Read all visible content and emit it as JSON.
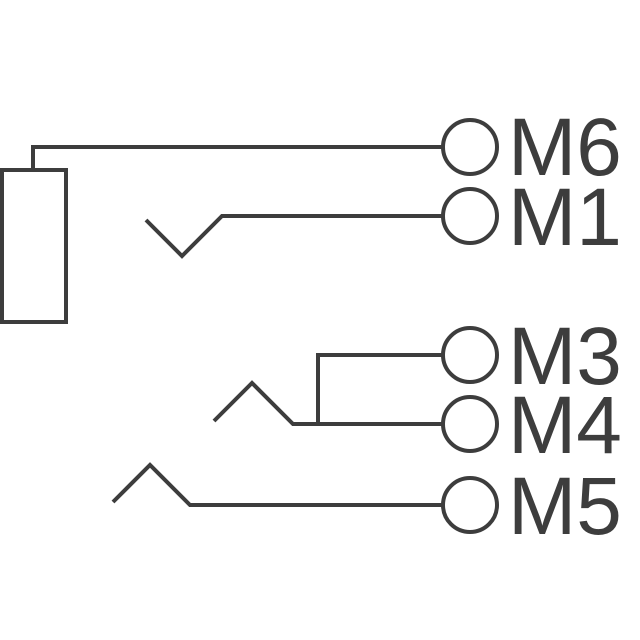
{
  "diagram": {
    "type": "connector-schematic",
    "colors": {
      "stroke": "#3d3d3d",
      "background": "#ffffff"
    },
    "terminals": [
      {
        "id": "M6",
        "label": "M6"
      },
      {
        "id": "M1",
        "label": "M1"
      },
      {
        "id": "M3",
        "label": "M3"
      },
      {
        "id": "M4",
        "label": "M4"
      },
      {
        "id": "M5",
        "label": "M5"
      }
    ],
    "components": [
      {
        "name": "sleeve-body",
        "shape": "rectangle",
        "connected_to": "M6"
      },
      {
        "name": "switch-contact-1",
        "shape": "v-contact",
        "connected_to": "M1"
      },
      {
        "name": "switch-contact-2",
        "shape": "spring-contact",
        "connected_to": [
          "M3",
          "M4"
        ]
      },
      {
        "name": "tip-contact",
        "shape": "spring-contact",
        "connected_to": "M5"
      }
    ]
  }
}
